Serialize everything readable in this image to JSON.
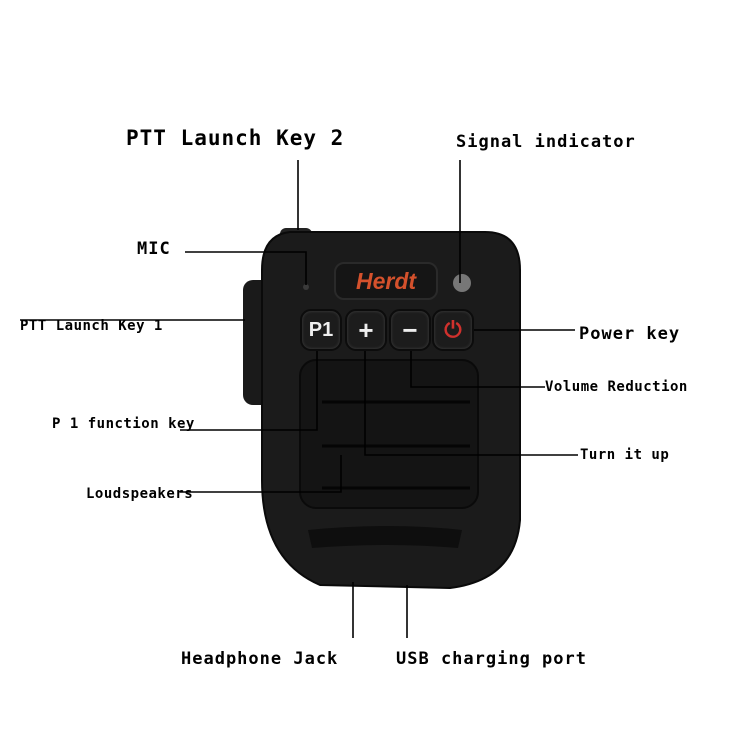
{
  "labels": {
    "ptt2": "PTT Launch Key 2",
    "signal": "Signal indicator",
    "mic": "MIC",
    "ptt1": "PTT Launch Key 1",
    "power": "Power key",
    "volume_down": "Volume Reduction",
    "p1": "P 1 function key",
    "volume_up": "Turn it up",
    "speaker": "Loudspeakers",
    "headphone": "Headphone Jack",
    "usb": "USB charging port"
  },
  "device": {
    "brand": "Herdt",
    "buttons": [
      "P1",
      "+",
      "−",
      "⏻"
    ],
    "brand_color": "#d4512c",
    "power_color": "#d0312d"
  }
}
